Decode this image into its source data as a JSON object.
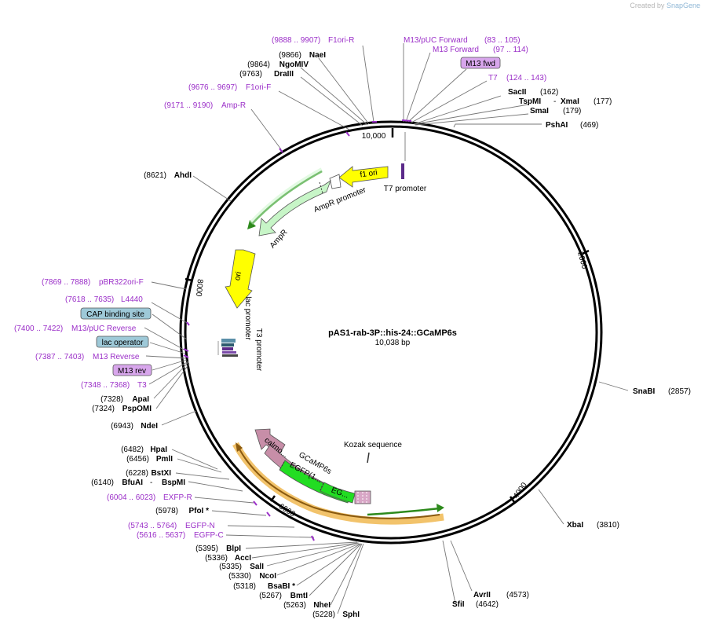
{
  "brand": {
    "created_by": "Created by",
    "app": "SnapGene"
  },
  "plasmid": {
    "name": "pAS1-rab-3P::his-24::GCaMP6s",
    "length_label": "10,038 bp",
    "length": 10038
  },
  "ticks": [
    {
      "pos": 10000,
      "label": "10,000"
    },
    {
      "pos": 2000,
      "label": "2000"
    },
    {
      "pos": 4000,
      "label": "4000"
    },
    {
      "pos": 6000,
      "label": "6000"
    },
    {
      "pos": 8000,
      "label": "8000"
    }
  ],
  "enzymes_right": [
    {
      "name": "SacII",
      "coord": "(162)",
      "pos": 162
    },
    {
      "name": "TspMI",
      "name2": "XmaI",
      "coord": "(177)",
      "pos": 177
    },
    {
      "name": "SmaI",
      "coord": "(179)",
      "pos": 179
    },
    {
      "name": "PshAI",
      "coord": "(469)",
      "pos": 469
    },
    {
      "name": "SnaBI",
      "coord": "(2857)",
      "pos": 2857
    },
    {
      "name": "XbaI",
      "coord": "(3810)",
      "pos": 3810
    },
    {
      "name": "AvrII",
      "coord": "(4573)",
      "pos": 4573
    },
    {
      "name": "SfiI",
      "coord": "(4642)",
      "pos": 4642
    }
  ],
  "enzymes_left": [
    {
      "name": "NaeI",
      "coord": "(9866)",
      "pos": 9866
    },
    {
      "name": "NgoMIV",
      "coord": "(9864)",
      "pos": 9864
    },
    {
      "name": "DraIII",
      "coord": "(9763)",
      "pos": 9763
    },
    {
      "name": "AhdI",
      "coord": "(8621)",
      "pos": 8621
    },
    {
      "name": "ApaI",
      "coord": "(7328)",
      "pos": 7328
    },
    {
      "name": "PspOMI",
      "coord": "(7324)",
      "pos": 7324
    },
    {
      "name": "NdeI",
      "coord": "(6943)",
      "pos": 6943
    },
    {
      "name": "HpaI",
      "coord": "(6482)",
      "pos": 6482
    },
    {
      "name": "PmlI",
      "coord": "(6456)",
      "pos": 6456
    },
    {
      "name": "BstXI",
      "coord": "(6228)",
      "pos": 6228
    },
    {
      "name": "BfuAI",
      "name2": "BspMI",
      "coord": "(6140)",
      "pos": 6140
    },
    {
      "name": "PfoI *",
      "coord": "(5978)",
      "pos": 5978
    },
    {
      "name": "BlpI",
      "coord": "(5395)",
      "pos": 5395
    },
    {
      "name": "AccI",
      "coord": "(5336)",
      "pos": 5336
    },
    {
      "name": "SalI",
      "coord": "(5335)",
      "pos": 5335
    },
    {
      "name": "NcoI",
      "coord": "(5330)",
      "pos": 5330
    },
    {
      "name": "BsaBI *",
      "coord": "(5318)",
      "pos": 5318
    },
    {
      "name": "BmtI",
      "coord": "(5267)",
      "pos": 5267
    },
    {
      "name": "NheI",
      "coord": "(5263)",
      "pos": 5263
    },
    {
      "name": "SphI",
      "coord": "(5228)",
      "pos": 5228
    }
  ],
  "primers_top": [
    {
      "name": "F1ori-R",
      "coord": "(9888 .. 9907)",
      "pos": 9897
    },
    {
      "name": "M13/pUC Forward",
      "coord": "(83 .. 105)",
      "pos": 94
    },
    {
      "name": "M13 Forward",
      "coord": "(97 .. 114)",
      "pos": 105
    },
    {
      "name": "T7",
      "coord": "(124 .. 143)",
      "pos": 133
    },
    {
      "name": "F1ori-F",
      "coord": "(9676 .. 9697)",
      "pos": 9686
    },
    {
      "name": "Amp-R",
      "coord": "(9171 .. 9190)",
      "pos": 9180
    }
  ],
  "boxed_top": [
    {
      "name": "M13 fwd",
      "pos": 100
    }
  ],
  "primers_left": [
    {
      "name": "pBR322ori-F",
      "coord": "(7869 .. 7888)",
      "pos": 7878
    },
    {
      "name": "L4440",
      "coord": "(7618 .. 7635)",
      "pos": 7626
    },
    {
      "name": "M13/pUC Reverse",
      "coord": "(7400 .. 7422)",
      "pos": 7411
    },
    {
      "name": "M13 Reverse",
      "coord": "(7387 .. 7403)",
      "pos": 7395
    },
    {
      "name": "T3",
      "coord": "(7348 .. 7368)",
      "pos": 7358
    },
    {
      "name": "EXFP-R",
      "coord": "(6004 .. 6023)",
      "pos": 6013
    },
    {
      "name": "EGFP-N",
      "coord": "(5743 .. 5764)",
      "pos": 5753
    },
    {
      "name": "EGFP-C",
      "coord": "(5616 .. 5637)",
      "pos": 5626
    }
  ],
  "boxed_left": [
    {
      "name": "CAP binding site",
      "kind": "feature",
      "pos": 7520
    },
    {
      "name": "lac operator",
      "kind": "feature",
      "pos": 7440
    },
    {
      "name": "M13 rev",
      "kind": "primer",
      "pos": 7395
    }
  ],
  "features": [
    {
      "name": "f1 ori",
      "start": 9550,
      "end": 9906,
      "color": "#ffff00"
    },
    {
      "name": "AmpR promoter",
      "start": 9050,
      "end": 9155,
      "color": "#c7f5c7"
    },
    {
      "name": "AmpR",
      "start": 8250,
      "end": 9045,
      "color": "#c7f5c7"
    },
    {
      "name": "ori",
      "start": 7800,
      "end": 7950,
      "color": "#ffff00"
    },
    {
      "name": "GCaMP6s",
      "start": 5100,
      "end": 6150,
      "color": "#c78ea8"
    },
    {
      "name": "EGFP(1...",
      "start": 5350,
      "end": 5780,
      "color": "#22dd22"
    },
    {
      "name": "EG...",
      "start": 5200,
      "end": 5340,
      "color": "#22dd22"
    },
    {
      "name": "calmo...",
      "start": 5800,
      "end": 6150,
      "color": "#c78ea8"
    }
  ],
  "inner_labels": [
    {
      "name": "T7 promoter"
    },
    {
      "name": "lac promoter"
    },
    {
      "name": "T3 promoter"
    },
    {
      "name": "Kozak sequence"
    }
  ],
  "colors": {
    "enzyme_text": "#000000",
    "primer_text": "#9b2fc8",
    "line": "#555555",
    "feature_box": "#9ec9d8",
    "primer_box": "#d8a6ec"
  }
}
